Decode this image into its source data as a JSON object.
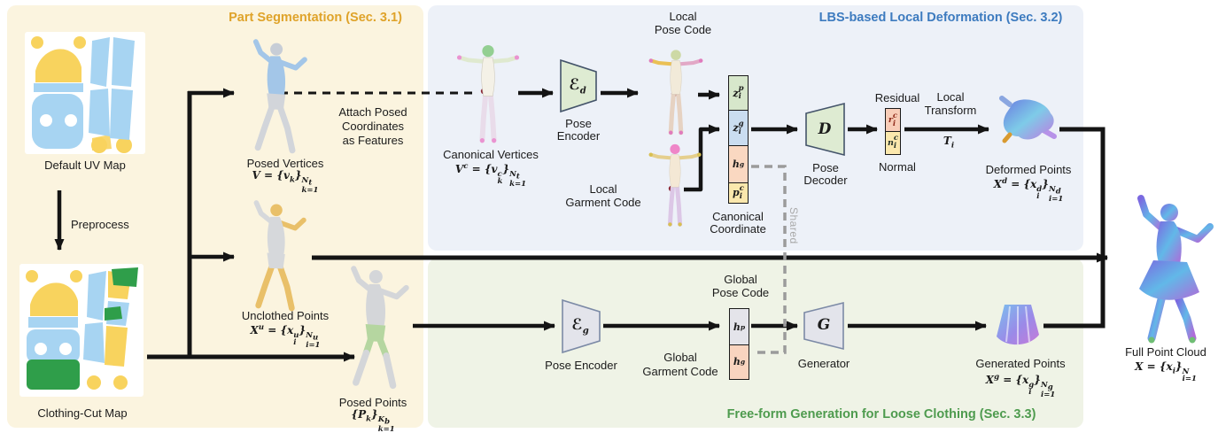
{
  "sections": {
    "part_segmentation": {
      "title": "Part Segmentation (Sec. 3.1)",
      "color": "#DFA32A"
    },
    "lbs": {
      "title": "LBS-based Local Deformation (Sec. 3.2)",
      "color": "#3D7BBF"
    },
    "freeform": {
      "title": "Free-form Generation for Loose Clothing (Sec. 3.3)",
      "color": "#4E9B4E"
    }
  },
  "colors": {
    "panel_cream": "#FBF4DF",
    "panel_blue": "#EDF1F8",
    "panel_green": "#EFF3E6",
    "box_green": "#D7E7CB",
    "box_blue": "#CADDF0",
    "box_peach": "#FAD8C1",
    "box_yellow": "#FBE8AD",
    "box_gray": "#E4E4EA",
    "arrow": "#141414"
  },
  "left": {
    "default_uv_map": "Default UV Map",
    "preprocess": "Preprocess",
    "clothing_cut_map": "Clothing-Cut Map",
    "posed_vertices": {
      "label": "Posed Vertices",
      "math": "V = {v_{k}}_{k=1}^{N_t}"
    },
    "attach_note": {
      "line1": "Attach Posed",
      "line2": "Coordinates",
      "line3": "as Features"
    },
    "unclothed_points": {
      "label": "Unclothed Points",
      "math": "X^{u} = {x_{i}^{u}}_{i=1}^{N_u}"
    },
    "posed_points": {
      "label": "Posed Points",
      "math": "{P_{k}}_{k=1}^{K_b}"
    }
  },
  "lbs_branch": {
    "canonical_vertices": {
      "label": "Canonical Vertices",
      "math": "V^{c} = {v_{k}^{c}}_{k=1}^{N_t}"
    },
    "pose_encoder": {
      "symbol_sub": "d",
      "line1": "Pose",
      "line2": "Encoder"
    },
    "local_pose_code": {
      "line1": "Local",
      "line2": "Pose Code"
    },
    "local_garment_code": {
      "line1": "Local",
      "line2": "Garment Code"
    },
    "code_stack": {
      "zp": "z_{i}^{p}",
      "zg": "z_{i}^{g}",
      "hg": "h^{g}",
      "pc": "p_{i}^{c}"
    },
    "canonical_coordinate": {
      "line1": "Canonical",
      "line2": "Coordinate"
    },
    "pose_decoder": {
      "symbol": "D",
      "line1": "Pose",
      "line2": "Decoder"
    },
    "residual_label": "Residual",
    "normal_label": "Normal",
    "residual_stack": {
      "r": "r_{i}^{c}",
      "n": "n_{i}^{c}"
    },
    "local_transform": {
      "line1": "Local",
      "line2": "Transform",
      "math": "T_{i}"
    },
    "deformed_points": {
      "label": "Deformed Points",
      "math": "X^{d} = {x_{i}^{d}}_{i=1}^{N_d}"
    },
    "shared": "Shared"
  },
  "freeform_branch": {
    "pose_encoder": {
      "symbol_sub": "g",
      "label": "Pose Encoder"
    },
    "global_pose_code": {
      "line1": "Global",
      "line2": "Pose Code"
    },
    "global_garment_code": {
      "line1": "Global",
      "line2": "Garment Code"
    },
    "code_stack": {
      "hp": "h^{p}",
      "hg": "h^{g}"
    },
    "generator": {
      "symbol": "G",
      "label": "Generator"
    },
    "generated_points": {
      "label": "Generated Points",
      "math": "X^{g} = {x_{i}^{g}}_{i=1}^{N_g}"
    }
  },
  "output": {
    "full_point_cloud": {
      "label": "Full Point Cloud",
      "math": "X = {x_{i}}_{i=1}^{N}"
    }
  }
}
